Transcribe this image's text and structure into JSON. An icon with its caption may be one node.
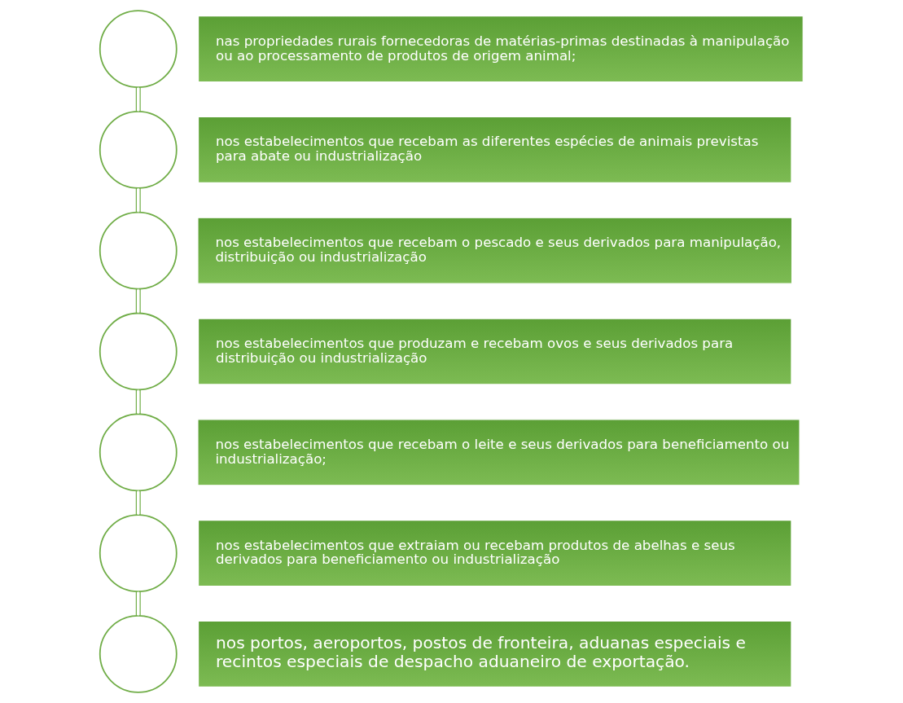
{
  "diagram": {
    "nodes": [
      {
        "text": [],
        "shape": "circle"
      },
      {
        "text": [
          "nas propriedades rurais fornecedoras de matérias-primas destinadas à manipulação ou ao processamento de produtos de origem animal;"
        ]
      },
      {
        "text": [],
        "shape": "circle"
      },
      {
        "text": [
          "nos estabelecimentos que recebam as diferentes espécies de animais previstas para abate ou industrialização"
        ]
      },
      {
        "text": [],
        "shape": "circle"
      },
      {
        "text": [
          "nos estabelecimentos que recebam o pescado e seus derivados para manipulação, distribuição ou industrialização"
        ]
      },
      {
        "text": [],
        "shape": "circle"
      },
      {
        "text": [
          "nos estabelecimentos que produzam e recebam ovos e seus derivados para distribuição ou industrialização"
        ]
      },
      {
        "text": [],
        "shape": "circle"
      },
      {
        "text": [
          "nos estabelecimentos que recebam o leite e seus derivados para beneficiamento ou industrialização;"
        ]
      },
      {
        "text": [],
        "shape": "circle"
      },
      {
        "text": [
          "nos estabelecimentos que extraiam ou recebam produtos de abelhas e seus derivados para beneficiamento ou industrialização"
        ]
      },
      {
        "text": [],
        "shape": "circle"
      },
      {
        "text": [
          "nos portos, aeroportos, postos de fronteira, aduanas especiais e recintos especiais de despacho aduaneiro de exportação."
        ]
      }
    ],
    "edges": [
      {
        "from": 0,
        "to": 2,
        "arrow": "none"
      },
      {
        "from": 2,
        "to": 4,
        "arrow": "none"
      },
      {
        "from": 4,
        "to": 6,
        "arrow": "none"
      },
      {
        "from": 6,
        "to": 8,
        "arrow": "none"
      },
      {
        "from": 8,
        "to": 10,
        "arrow": "none"
      },
      {
        "from": 10,
        "to": 12,
        "arrow": "none"
      }
    ]
  }
}
